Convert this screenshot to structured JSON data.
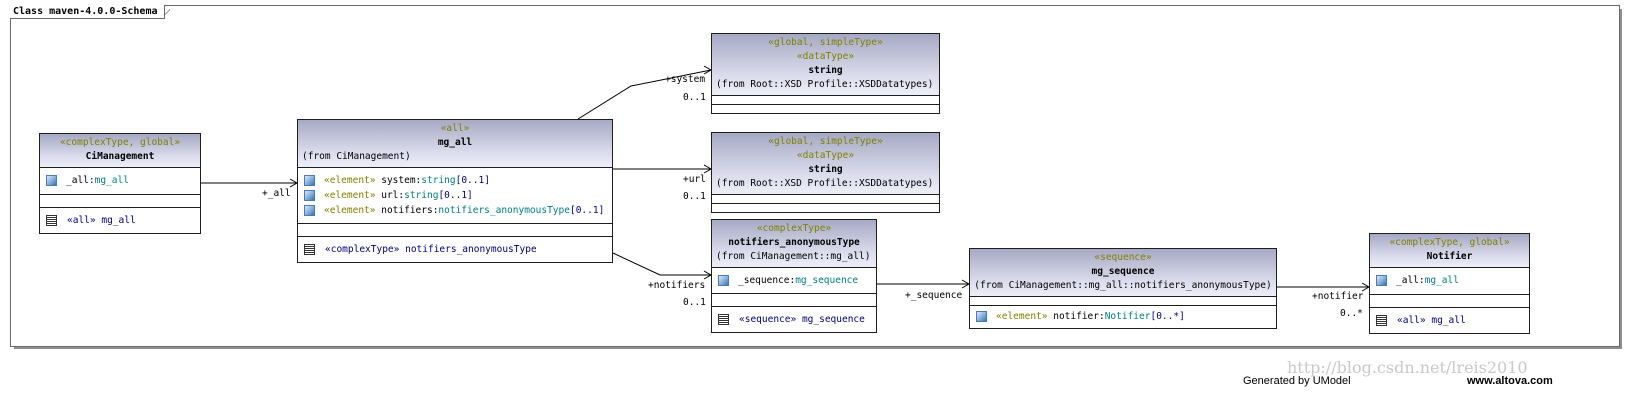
{
  "frame": {
    "title": "Class maven-4.0.0-Schema"
  },
  "classes": {
    "cimanagement": {
      "stereotype": "«complexType, global»",
      "name": "CiManagement",
      "attr": {
        "name": "_all:",
        "type": "mg_all"
      },
      "op": {
        "kw": "«all»",
        "name": "mg_all"
      }
    },
    "mg_all": {
      "stereotype": "«all»",
      "name": "mg_all",
      "from": "(from CiManagement)",
      "attrs": [
        {
          "kw": "«element»",
          "name": "system:",
          "type": "string",
          "mult": "[0..1]"
        },
        {
          "kw": "«element»",
          "name": "url:",
          "type": "string",
          "mult": "[0..1]"
        },
        {
          "kw": "«element»",
          "name": "notifiers:",
          "type": "notifiers_anonymousType",
          "mult": "[0..1]"
        }
      ],
      "op": {
        "kw": "«complexType»",
        "name": "notifiers_anonymousType"
      }
    },
    "string1": {
      "stereotype1": "«global, simpleType»",
      "stereotype2": "«dataType»",
      "name": "string",
      "from": "(from Root::XSD Profile::XSDDatatypes)"
    },
    "string2": {
      "stereotype1": "«global, simpleType»",
      "stereotype2": "«dataType»",
      "name": "string",
      "from": "(from Root::XSD Profile::XSDDatatypes)"
    },
    "notifiers_type": {
      "stereotype": "«complexType»",
      "name": "notifiers_anonymousType",
      "from": "(from CiManagement::mg_all)",
      "attr": {
        "name": "_sequence:",
        "type": "mg_sequence"
      },
      "op": {
        "kw": "«sequence»",
        "name": "mg_sequence"
      }
    },
    "mg_sequence": {
      "stereotype": "«sequence»",
      "name": "mg_sequence",
      "from": "(from CiManagement::mg_all::notifiers_anonymousType)",
      "attr": {
        "kw": "«element»",
        "name": "notifier:",
        "type": "Notifier",
        "mult": "[0..*]"
      }
    },
    "notifier": {
      "stereotype": "«complexType, global»",
      "name": "Notifier",
      "attr": {
        "name": "_all:",
        "type": "mg_all"
      },
      "op": {
        "kw": "«all»",
        "name": "mg_all"
      }
    }
  },
  "associations": {
    "all": {
      "role": "+_all"
    },
    "system": {
      "role": "+system",
      "mult": "0..1"
    },
    "url": {
      "role": "+url",
      "mult": "0..1"
    },
    "notifiers": {
      "role": "+notifiers",
      "mult": "0..1"
    },
    "sequence": {
      "role": "+_sequence"
    },
    "notifier": {
      "role": "+notifier",
      "mult": "0..*"
    }
  },
  "watermark": "http://blog.csdn.net/lreis2010",
  "footer": {
    "generated": "Generated by UModel",
    "url": "www.altova.com"
  },
  "colors": {
    "stereotype": "#808000",
    "type": "#007f7f",
    "operation": "#000080",
    "header_top": "#a5a9c3",
    "header_bottom": "#eceef7"
  }
}
